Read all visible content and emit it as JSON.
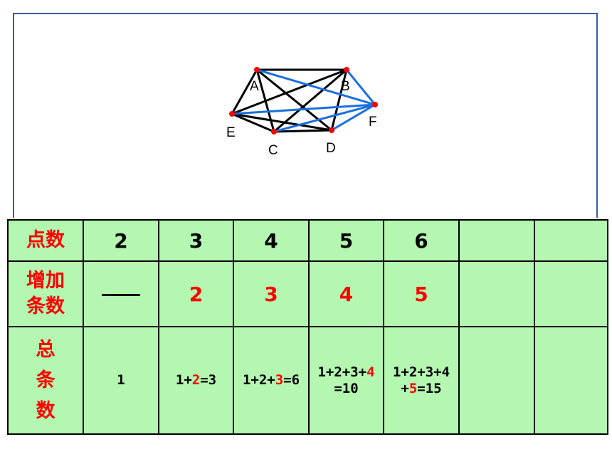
{
  "graph": {
    "points": [
      {
        "id": "A",
        "label": "A"
      },
      {
        "id": "B",
        "label": "B"
      },
      {
        "id": "F",
        "label": "F"
      },
      {
        "id": "E",
        "label": "E"
      },
      {
        "id": "C",
        "label": "C"
      },
      {
        "id": "D",
        "label": "D"
      }
    ],
    "colors": {
      "black_edge": "#000000",
      "blue_edge": "#1a6fe0",
      "point": "#ff0000"
    }
  },
  "table": {
    "row1": {
      "header": "点数",
      "values": [
        "2",
        "3",
        "4",
        "5",
        "6",
        "",
        ""
      ]
    },
    "row2": {
      "header_line1": "增加",
      "header_line2": "条数",
      "first": "—",
      "values": [
        "2",
        "3",
        "4",
        "5",
        "",
        ""
      ]
    },
    "row3": {
      "header_chars": [
        "总",
        "条",
        "数"
      ],
      "c1": "1",
      "c2": {
        "a": "1+",
        "b": "2",
        "c": "=3"
      },
      "c3": {
        "a": "1+2+",
        "b": "3",
        "c": "=6"
      },
      "c4": {
        "a": "1+2+3+",
        "b": "4",
        "c": "=10"
      },
      "c5": {
        "a": "1+2+3+4",
        "b": "+",
        "c": "5",
        "d": "=15"
      }
    },
    "colors": {
      "cell_bg": "#b3f7b0",
      "header_text": "#ff0000",
      "highlight": "#ff0000"
    }
  }
}
